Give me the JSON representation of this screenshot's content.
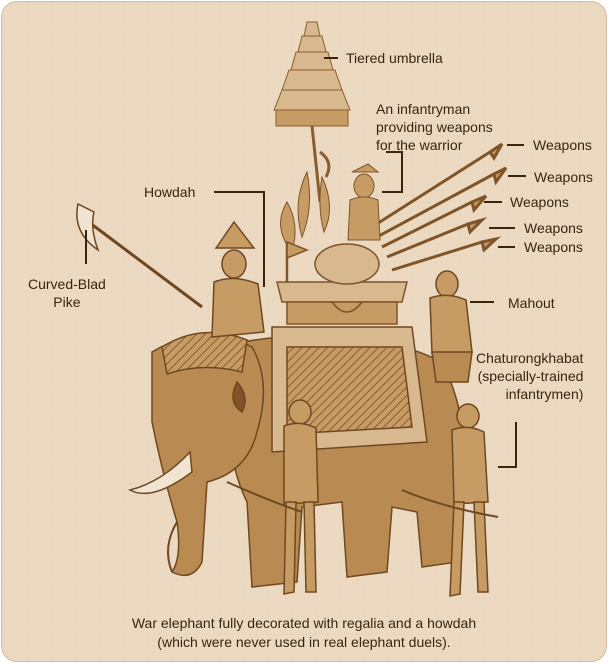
{
  "labels": {
    "tiered_umbrella": "Tiered umbrella",
    "infantryman": "An infantryman\nproviding weapons\nfor the warrior",
    "weapons_1": "Weapons",
    "weapons_2": "Weapons",
    "weapons_3": "Weapons",
    "weapons_4": "Weapons",
    "weapons_5": "Weapons",
    "howdah": "Howdah",
    "curved_pike": "Curved-Blad\nPike",
    "mahout": "Mahout",
    "chaturongkhabat": "Chaturongkhabat\n(specially-trained\ninfantrymen)"
  },
  "caption": "War elephant fully decorated with regalia and a howdah\n(which were never used in real elephant duels).",
  "colors": {
    "background": "#ecd9c2",
    "ink": "#3a2410",
    "illustration": "#b98a52",
    "illustration_dark": "#7e5428",
    "illustration_light": "#d8b88e"
  }
}
